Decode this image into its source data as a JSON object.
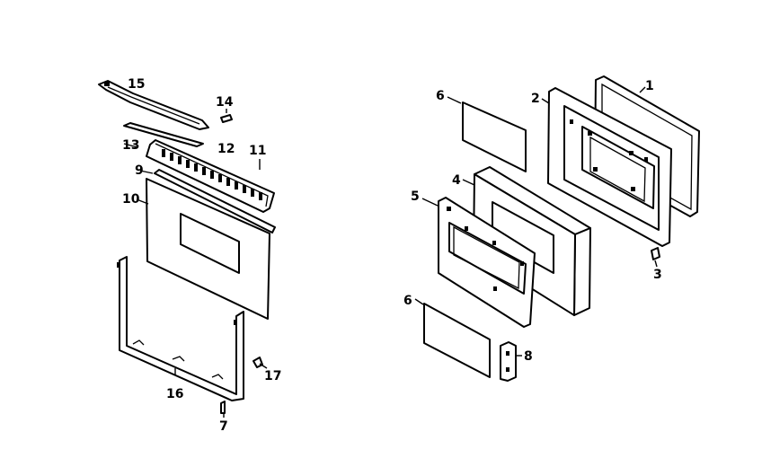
{
  "diagram": {
    "callouts": {
      "c1": "1",
      "c2": "2",
      "c3": "3",
      "c4": "4",
      "c5": "5",
      "c6a": "6",
      "c6b": "6",
      "c7": "7",
      "c8": "8",
      "c9": "9",
      "c10": "10",
      "c11": "11",
      "c12": "12",
      "c13": "13",
      "c14": "14",
      "c15": "15",
      "c16": "16",
      "c17": "17"
    }
  },
  "colors": {
    "line": "#000000",
    "background": "#ffffff"
  }
}
